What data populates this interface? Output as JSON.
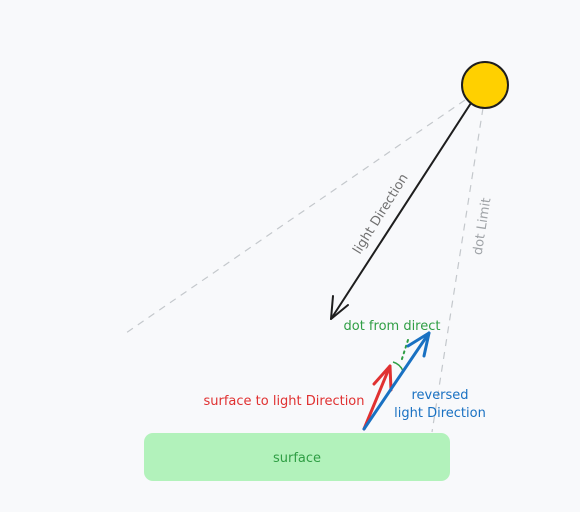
{
  "labels": {
    "light_direction": "light Direction",
    "dot_limit": "dot Limit",
    "dot_from_direct": "dot from direct",
    "surface_to_light": "surface to light Direction",
    "reversed_line1": "reversed",
    "reversed_line2": "light Direction",
    "surface": "surface"
  },
  "colors": {
    "background": "#f8f9fb",
    "sun_fill": "#ffd000",
    "outline": "#1e1e1e",
    "dashed": "#c4c8cc",
    "dot_limit_text": "#a0a4a8",
    "light_dir_text": "#707070",
    "green_text": "#2f9e44",
    "red": "#e03131",
    "blue": "#1971c2",
    "surface_fill": "#b2f2bb"
  }
}
